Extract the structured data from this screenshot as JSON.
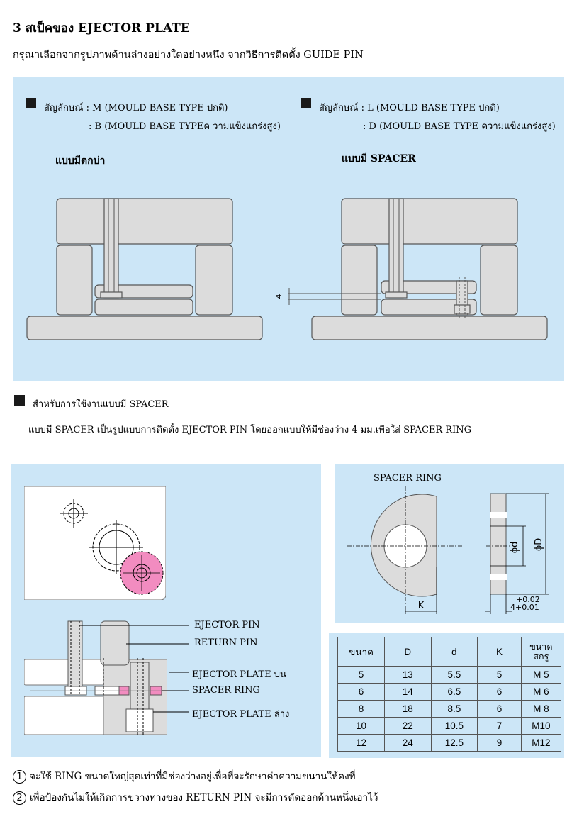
{
  "header": {
    "title": "3 สเป็คของ EJECTOR PLATE",
    "subtitle": "กรุณาเลือกจากรูปภาพด้านล่างอย่างใดอย่างหนึ่ง จากวิธีการติดตั้ง GUIDE PIN"
  },
  "types": {
    "left": {
      "line1": "สัญลักษณ์ : M (MOULD BASE TYPE ปกติ)",
      "line2": ": B (MOULD BASE TYPEค วามแข็งแกร่งสูง)",
      "caption": "แบบมีตกบ่า"
    },
    "right": {
      "line1": "สัญลักษณ์ : L (MOULD BASE TYPE ปกติ)",
      "line2": ": D (MOULD BASE TYPE ความแข็งแกร่งสูง)",
      "caption": "แบบมี SPACER",
      "gap_dim": "4"
    }
  },
  "spacer_usage": {
    "heading": "สำหรับการใช้งานแบบมี SPACER",
    "description": "แบบมี SPACER เป็นรูปแบบการติดตั้ง EJECTOR PIN โดยออกแบบให้มีช่องว่าง 4 มม.เพื่อใส่ SPACER RING"
  },
  "assembly": {
    "labels": [
      "EJECTOR PIN",
      "RETURN PIN",
      "EJECTOR PLATE บน",
      "SPACER RING",
      "EJECTOR PLATE ล่าง"
    ]
  },
  "ring": {
    "title": "SPACER RING",
    "k": "K",
    "d": "ϕd",
    "D": "ϕD",
    "tol_upper": "+0.02",
    "tol_lower": "4+0.01"
  },
  "table": {
    "headers": [
      "ขนาด",
      "D",
      "d",
      "K",
      "ขนาด สกรู"
    ],
    "rows": [
      [
        "5",
        "13",
        "5.5",
        "5",
        "M 5"
      ],
      [
        "6",
        "14",
        "6.5",
        "6",
        "M 6"
      ],
      [
        "8",
        "18",
        "8.5",
        "6",
        "M 8"
      ],
      [
        "10",
        "22",
        "10.5",
        "7",
        "M10"
      ],
      [
        "12",
        "24",
        "12.5",
        "9",
        "M12"
      ]
    ]
  },
  "notes": [
    {
      "num": "1",
      "text": "จะใช้ RING ขนาดใหญ่สุดเท่าที่มีช่องว่างอยู่เพื่อที่จะรักษาค่าความขนานให้คงที่"
    },
    {
      "num": "2",
      "text": "เพื่อป้องกันไม่ให้เกิดการขวางทางของ RETURN PIN จะมีการตัดออกด้านหนึ่งเอาไว้"
    }
  ],
  "colors": {
    "panel": "#cce6f7",
    "part_fill": "#dcdcdc",
    "ring_pink": "#f28cc0"
  }
}
